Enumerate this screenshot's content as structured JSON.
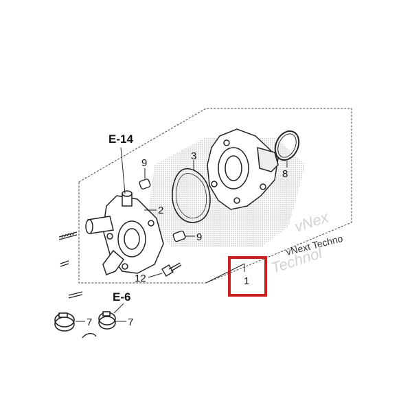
{
  "diagram": {
    "references": {
      "top": "E-14",
      "bottom": "E-6"
    },
    "callouts": {
      "gasket": "3",
      "plug_upper": "9",
      "plug_lower": "9",
      "oring": "8",
      "cover": "2",
      "bolt": "12",
      "clamp_left": "7",
      "clamp_right": "7",
      "assembly": "1"
    },
    "highlight_color": "#cc1f1f",
    "watermark": {
      "line1": "vNex",
      "line2": "vNext Techno",
      "line3": "Technol"
    }
  }
}
